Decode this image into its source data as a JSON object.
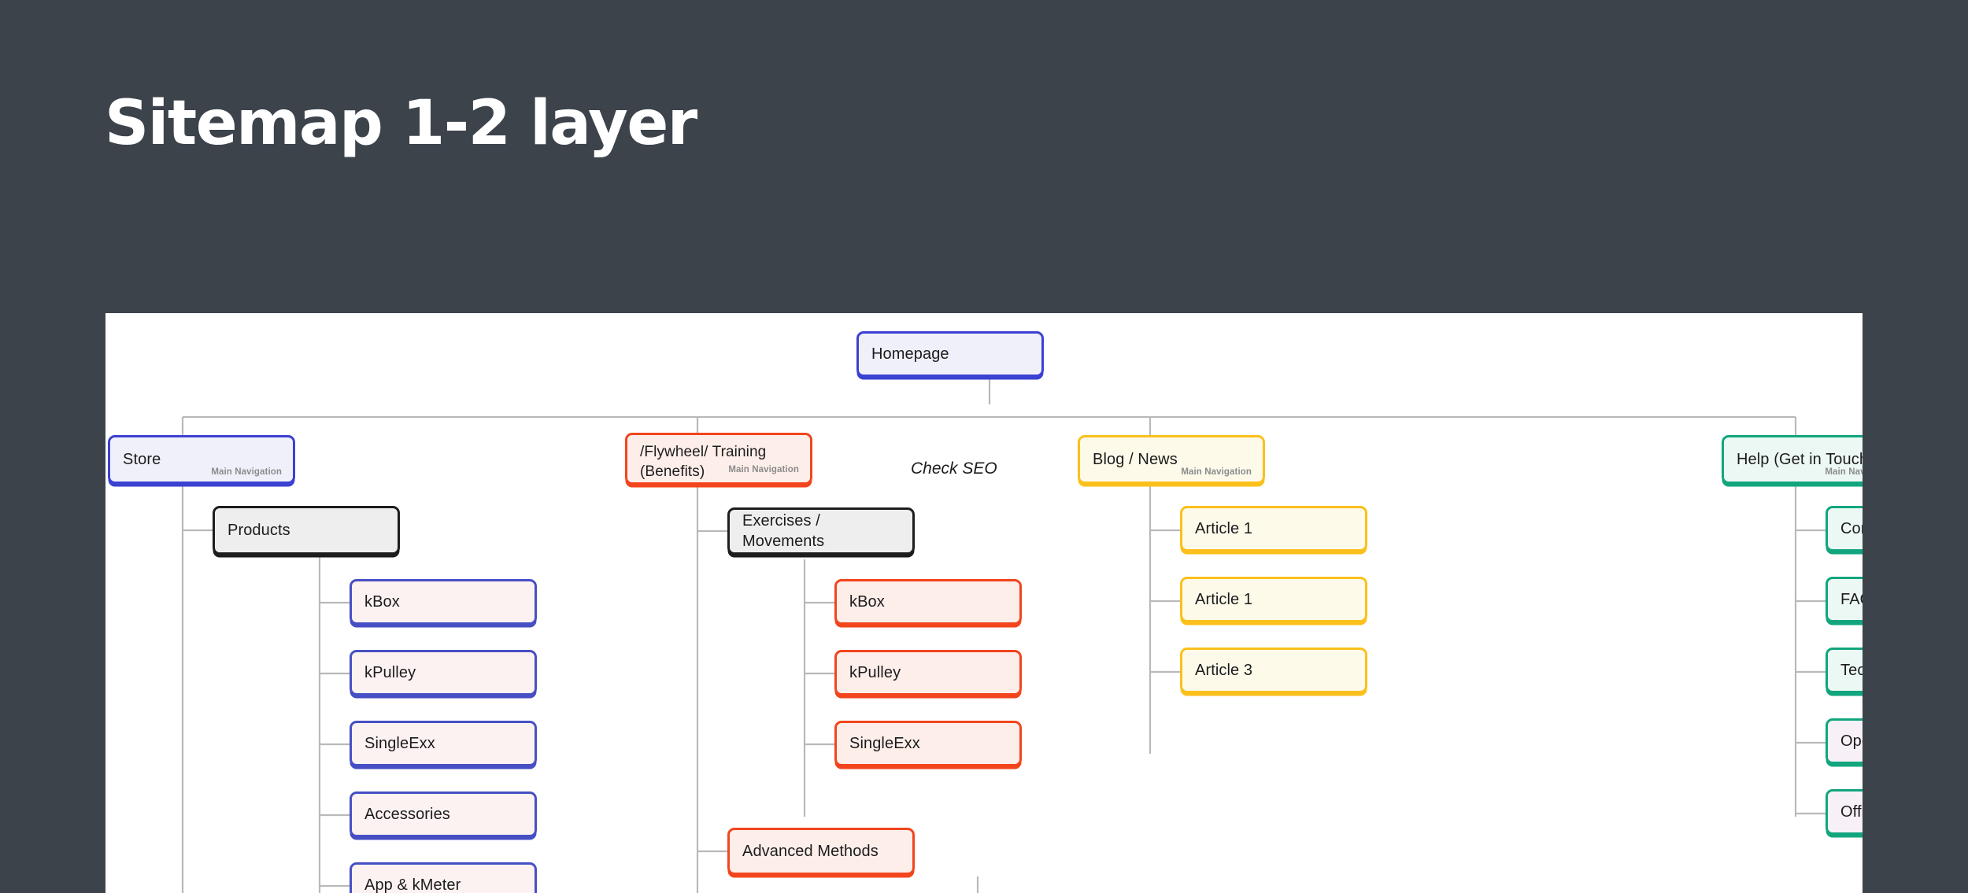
{
  "page": {
    "title": "Sitemap 1-2 layer",
    "background_color": "#3c434b",
    "canvas_color": "#ffffff"
  },
  "palette": {
    "blue_border": "#3b41d1",
    "blue_fill": "#f0f0fb",
    "blue_product_fill": "#fdf2f2",
    "red_border": "#f2451d",
    "red_fill": "#fdeeea",
    "yellow_border": "#fbc01c",
    "yellow_fill": "#fdfaea",
    "teal_border": "#12a57e",
    "teal_fill": "#ecf8f3",
    "teal_pink_fill": "#f8f0f7",
    "dark_border": "#1d1d1d",
    "dark_fill": "#eeeeee",
    "connector": "#b9b9b9",
    "subtag_text": "#8b8b8b"
  },
  "labels": {
    "main_navigation": "Main Navigation"
  },
  "annotations": [
    {
      "text": "Check SEO"
    }
  ],
  "root": {
    "label": "Homepage"
  },
  "branches": [
    {
      "key": "store",
      "label": "Store",
      "tag": "Main Navigation",
      "section": {
        "label": "Products"
      },
      "children": [
        {
          "label": "kBox"
        },
        {
          "label": "kPulley"
        },
        {
          "label": "SingleExx"
        },
        {
          "label": "Accessories"
        },
        {
          "label": "App & kMeter"
        }
      ]
    },
    {
      "key": "flywheel",
      "label": "/Flywheel/ Training\n(Benefits)",
      "tag": "Main Navigation",
      "section": {
        "label": "Exercises / Movements"
      },
      "children": [
        {
          "label": "kBox"
        },
        {
          "label": "kPulley"
        },
        {
          "label": "SingleExx"
        }
      ],
      "section2": {
        "label": "Advanced Methods"
      }
    },
    {
      "key": "blog",
      "label": "Blog / News",
      "tag": "Main Navigation",
      "children": [
        {
          "label": "Article 1"
        },
        {
          "label": "Article 1"
        },
        {
          "label": "Article 3"
        }
      ]
    },
    {
      "key": "help",
      "label": "Help (Get in Touch)",
      "tag": "Main Navigation",
      "children": [
        {
          "label": "Contact Us"
        },
        {
          "label": "FAQs"
        },
        {
          "label": "Technical Support"
        },
        {
          "label": "Open Facilities"
        },
        {
          "label": "Official Sales Partners"
        }
      ]
    }
  ]
}
